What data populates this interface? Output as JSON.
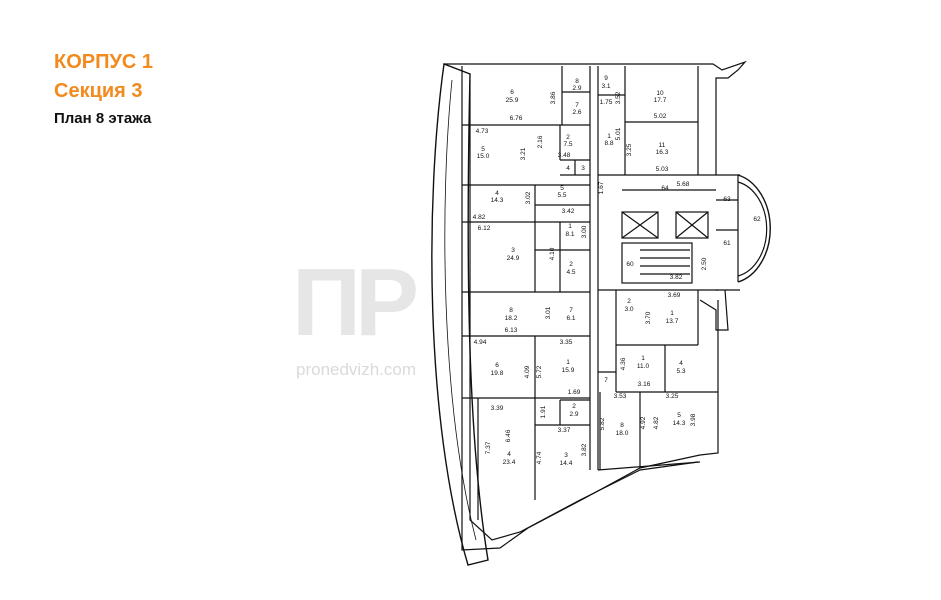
{
  "header": {
    "building": "КОРПУС 1",
    "section": "Секция 3",
    "floor_plan": "План 8 этажа"
  },
  "watermark": {
    "logo": "ПР",
    "url": "pronedvizh.com"
  },
  "colors": {
    "accent": "#f28a1e",
    "text": "#111111",
    "wall": "#111111",
    "watermark": "#e6e6e6"
  },
  "labels": [
    "6",
    "25.9",
    "3.86",
    "8",
    "2.9",
    "7",
    "2.6",
    "6.76",
    "9",
    "3.1",
    "1.75",
    "3.52",
    "10",
    "17.7",
    "5.02",
    "4.73",
    "2",
    "7.5",
    "2.16",
    "3.21",
    "5",
    "15.0",
    "3.48",
    "4",
    "3",
    "1",
    "8.8",
    "5.01",
    "3.25",
    "11",
    "16.3",
    "5.03",
    "4",
    "14.3",
    "3.02",
    "5",
    "5.5",
    "3.42",
    "4.82",
    "6.12",
    "1",
    "8.1",
    "3.00",
    "1.67",
    "64",
    "5.68",
    "63",
    "62",
    "61",
    "3",
    "24.9",
    "4.10",
    "2",
    "4.5",
    "60",
    "2.50",
    "3.82",
    "8",
    "18.2",
    "3.01",
    "7",
    "6.1",
    "6.13",
    "2",
    "3.0",
    "3.69",
    "3.70",
    "1",
    "13.7",
    "4.94",
    "3.35",
    "6",
    "19.8",
    "4.09",
    "5.72",
    "1",
    "15.9",
    "4.36",
    "1",
    "11.0",
    "4",
    "5.3",
    "7",
    "3.16",
    "1.69",
    "3.39",
    "1.91",
    "2",
    "2.9",
    "3.53",
    "3.25",
    "7.37",
    "6.46",
    "3.37",
    "5.82",
    "4.92",
    "4.82",
    "3.98",
    "4",
    "23.4",
    "4.74",
    "3",
    "14.4",
    "3.82",
    "8",
    "18.0",
    "5",
    "14.3"
  ]
}
